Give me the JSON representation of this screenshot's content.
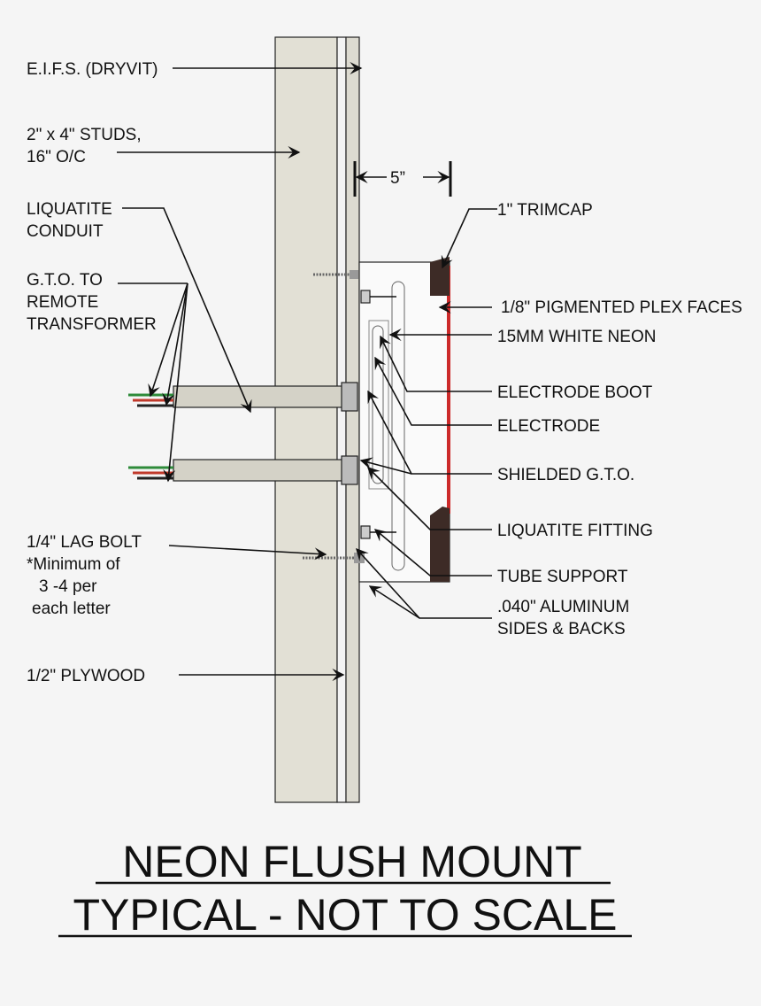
{
  "labels": {
    "eifs": "E.I.F.S. (DRYVIT)",
    "studs_line1": "2\" x 4\" STUDS,",
    "studs_line2": "16\" O/C",
    "conduit_line1": "LIQUATITE",
    "conduit_line2": "CONDUIT",
    "gto_line1": "G.T.O. TO",
    "gto_line2": "REMOTE",
    "gto_line3": "TRANSFORMER",
    "lag_line1": "1/4\" LAG BOLT",
    "lag_line2": "*Minimum of",
    "lag_line3": "3 -4 per",
    "lag_line4": "each letter",
    "plywood": "1/2\" PLYWOOD",
    "dimension": "5”",
    "trimcap": "1\" TRIMCAP",
    "plex": "1/8\" PIGMENTED PLEX FACES",
    "neon": "15MM WHITE NEON",
    "electrode_boot": "ELECTRODE BOOT",
    "electrode": "ELECTRODE",
    "shielded": "SHIELDED G.T.O.",
    "fitting": "LIQUATITE FITTING",
    "tube_support": "TUBE SUPPORT",
    "aluminum_line1": ".040\" ALUMINUM",
    "aluminum_line2": "SIDES & BACKS"
  },
  "title": {
    "line1": "NEON FLUSH MOUNT",
    "line2": "TYPICAL - NOT TO SCALE"
  },
  "colors": {
    "stud": "#e2e0d5",
    "conduit": "#d4d2c7",
    "trimcap": "#3d2b26",
    "plex_face": "#cc2a2a"
  }
}
